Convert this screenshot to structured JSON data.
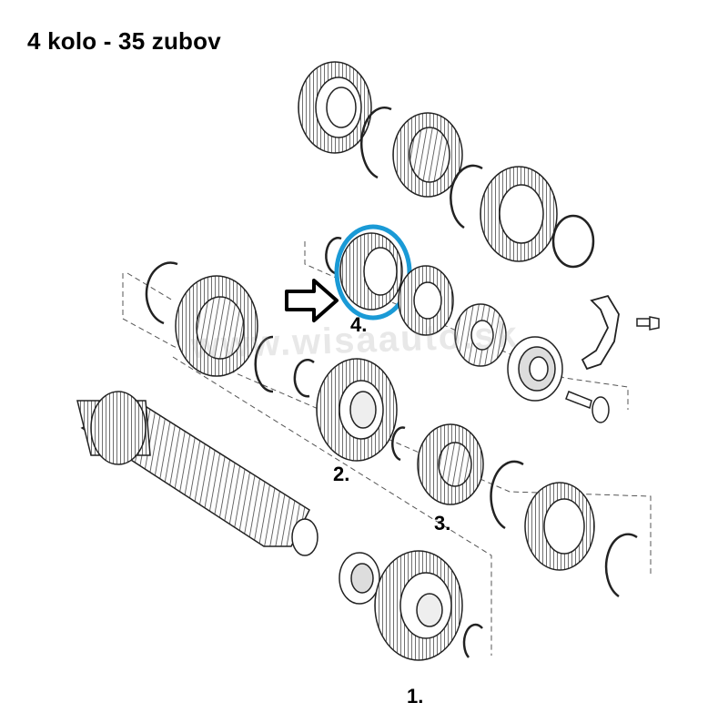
{
  "title": "4 kolo - 35 zubov",
  "labels": {
    "gear1": "1.",
    "gear2": "2.",
    "gear3": "3.",
    "gear4": "4."
  },
  "watermark": "www.wisaauto.sk",
  "colors": {
    "highlight": "#1a9ad6",
    "line": "#222222",
    "fill": "#ffffff"
  },
  "icons": {
    "pointer": "arrow-right-icon"
  }
}
